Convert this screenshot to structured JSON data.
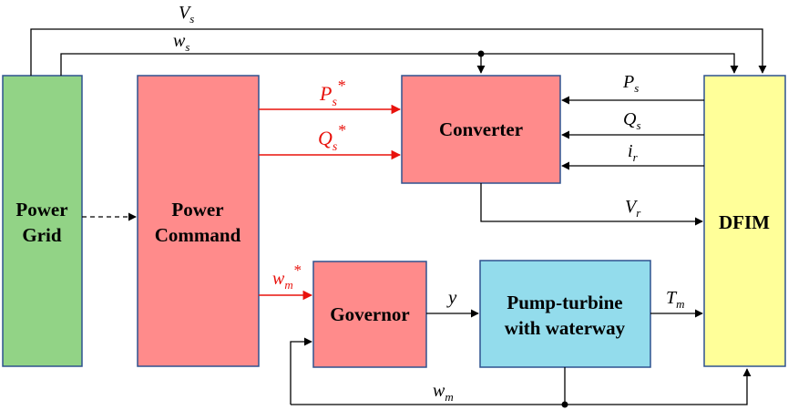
{
  "colors": {
    "power_grid_fill": "#92d386",
    "power_command_fill": "#ff8b8b",
    "converter_fill": "#ff8b8b",
    "governor_fill": "#ff8b8b",
    "pump_turbine_fill": "#93dcec",
    "dfim_fill": "#ffff99",
    "reference_signal": "#e8120c",
    "signal_line": "#000000",
    "block_border": "#2f528f"
  },
  "blocks": {
    "power_grid": {
      "line1": "Power",
      "line2": "Grid"
    },
    "power_command": {
      "line1": "Power",
      "line2": "Command"
    },
    "converter": {
      "label": "Converter"
    },
    "governor": {
      "label": "Governor"
    },
    "pump_turbine": {
      "line1": "Pump-turbine",
      "line2": "with waterway"
    },
    "dfim": {
      "label": "DFIM"
    }
  },
  "signals": {
    "vs": {
      "base": "V",
      "sub": "s"
    },
    "ws": {
      "base": "w",
      "sub": "s"
    },
    "ps_ref": {
      "base": "P",
      "sub": "s",
      "sup": "*"
    },
    "qs_ref": {
      "base": "Q",
      "sub": "s",
      "sup": "*"
    },
    "ps": {
      "base": "P",
      "sub": "s"
    },
    "qs": {
      "base": "Q",
      "sub": "s"
    },
    "ir": {
      "base": "i",
      "sub": "r"
    },
    "vr": {
      "base": "V",
      "sub": "r"
    },
    "wm_ref": {
      "base": "w",
      "sub": "m",
      "sup": "*"
    },
    "y": {
      "base": "y"
    },
    "tm": {
      "base": "T",
      "sub": "m"
    },
    "wm": {
      "base": "w",
      "sub": "m"
    }
  }
}
